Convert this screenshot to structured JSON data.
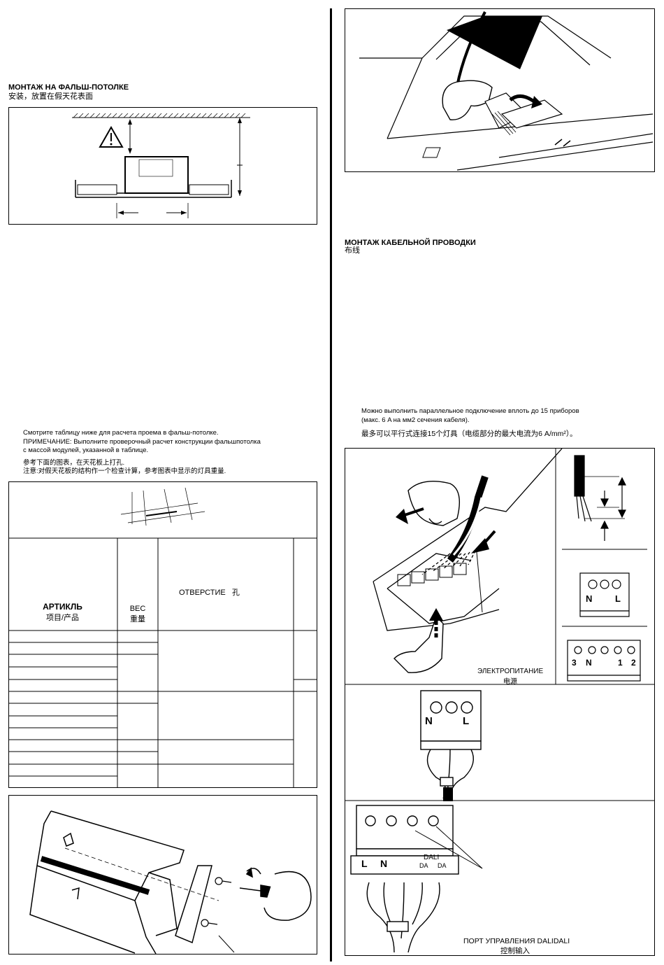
{
  "left": {
    "mount_heading_ru": "МОНТАЖ НА ФАЛЬШ-ПОТОЛКЕ",
    "mount_heading_zh": "安装，放置在假天花表面",
    "note_line1": "Смотрите таблицу ниже для расчета проема в фальш-потолке.",
    "note_line2": "ПРИМЕЧАНИЕ: Выполните проверочный расчет конструкции фальшпотолка",
    "note_line3": "с массой модулей, указанной в таблице.",
    "note_line4": "参考下面的图表，在天花板上打孔.",
    "note_line5": "注意:对假天花板的结构作一个检查计算，参考图表中显示的灯具重量.",
    "table": {
      "col_article_ru": "АРТИКЛЬ",
      "col_article_zh": "项目/产品",
      "col_weight_ru": "ВЕС",
      "col_weight_zh": "重量",
      "col_hole": "ОТВЕРСТИЕ   孔"
    }
  },
  "right": {
    "wiring_heading_ru": "МОНТАЖ КАБЕЛЬНОЙ ПРОВОДКИ",
    "wiring_heading_zh": "布线",
    "parallel_line1": "Можно выполнить параллельное подключение вплоть до 15 приборов",
    "parallel_line2": "(макс. 6 A на мм2 сечения кабеля).",
    "parallel_zh": "最多可以平行式连接15个灯具（电缆部分的最大电流为6 A/mm²）。",
    "power_ru": "ЭЛЕКТРОПИТАНИЕ",
    "power_zh": "电源",
    "dali_port_ru": "ПОРТ УПРАВЛЕНИЯ DALIDALI",
    "dali_port_zh": "控制输入",
    "terminal_n": "N",
    "terminal_l": "L",
    "terminal_3": "3",
    "terminal_1": "1",
    "terminal_2": "2",
    "dali_label": "DALI",
    "dali_da": "DA",
    "dali_l": "L",
    "dali_n": "N"
  }
}
